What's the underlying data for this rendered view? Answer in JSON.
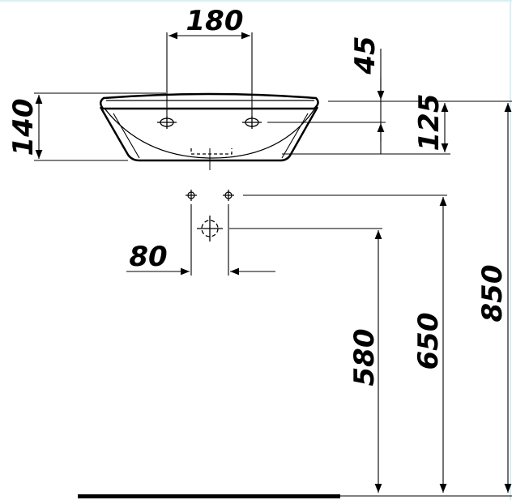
{
  "dimensions": {
    "tap_hole_spacing": "180",
    "top_offset": "45",
    "basin_height": "140",
    "overflow_height": "125",
    "bottom_spacing": "80",
    "waste_height": "580",
    "supply_height": "650",
    "top_height": "850"
  },
  "colors": {
    "ink": "#000000",
    "background": "#ffffff",
    "frame": "#d8f0f4"
  }
}
